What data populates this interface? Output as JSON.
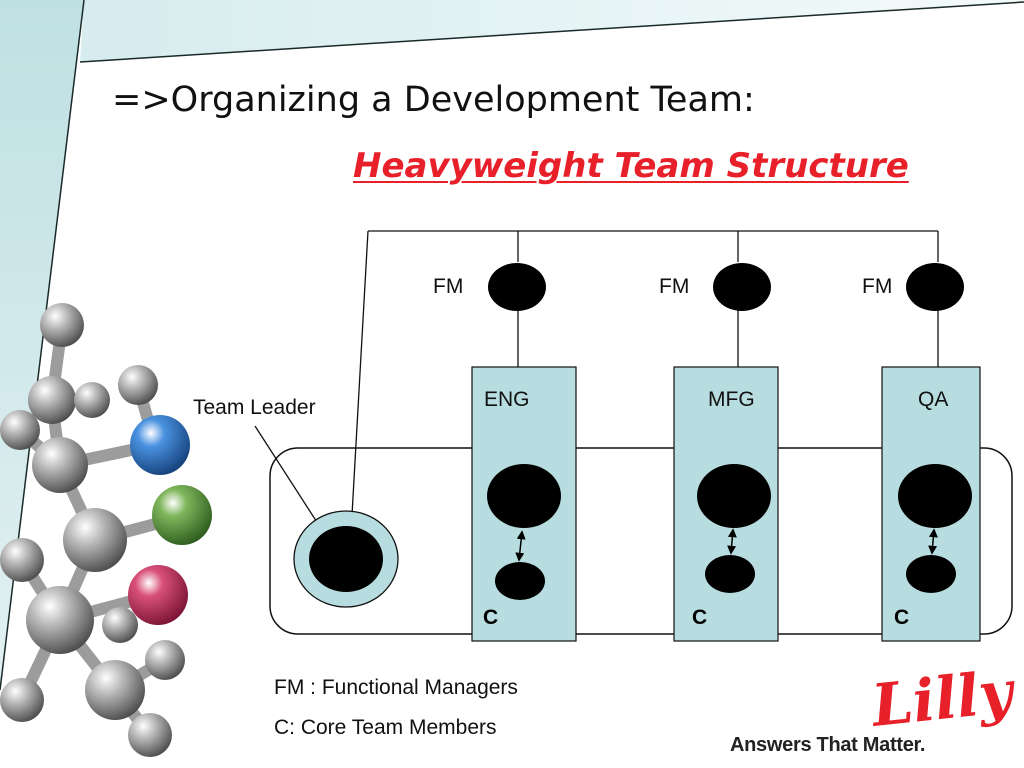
{
  "slide": {
    "title": "=>Organizing a Development Team:",
    "subtitle": "Heavyweight Team Structure"
  },
  "diagram": {
    "team_leader_label": "Team Leader",
    "functional_manager_label": "FM",
    "departments": [
      {
        "name": "ENG",
        "core_label": "C"
      },
      {
        "name": "MFG",
        "core_label": "C"
      },
      {
        "name": "QA",
        "core_label": "C"
      }
    ]
  },
  "legend": {
    "line1": "FM : Functional Managers",
    "line2": "C: Core Team Members"
  },
  "branding": {
    "logo_text": "Lilly",
    "tagline": "Answers That Matter.",
    "logo_color": "#e8202a"
  },
  "colors": {
    "panel_fill": "#b8dde0",
    "accent_red": "#e8202a",
    "node_fill": "#000000",
    "molecule_grey": "#9a9a9a",
    "molecule_blue": "#2a6fc0",
    "molecule_green": "#5c9a3c",
    "molecule_red": "#c02a5a"
  }
}
